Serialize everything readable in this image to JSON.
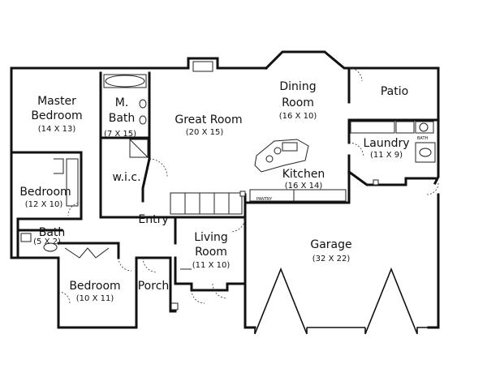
{
  "plan": {
    "rooms": [
      {
        "id": "master-bedroom",
        "name_line1": "Master",
        "name_line2": "Bedroom",
        "size": "(14 X 13)"
      },
      {
        "id": "master-bath",
        "name_line1": "M.",
        "name_line2": "Bath",
        "size": "(7 X 15)"
      },
      {
        "id": "great-room",
        "name": "Great Room",
        "size": "(20 X 15)"
      },
      {
        "id": "dining-room",
        "name_line1": "Dining",
        "name_line2": "Room",
        "size": "(16 X 10)"
      },
      {
        "id": "patio",
        "name": "Patio"
      },
      {
        "id": "laundry",
        "name": "Laundry",
        "size": "(11 X 9)"
      },
      {
        "id": "kitchen",
        "name": "Kitchen",
        "size": "(16 X 14)"
      },
      {
        "id": "bedroom-2",
        "name": "Bedroom",
        "size": "(12 X 10)"
      },
      {
        "id": "walk-in-closet",
        "name": "w.i.c."
      },
      {
        "id": "entry",
        "name": "Entry"
      },
      {
        "id": "bath-2",
        "name": "Bath",
        "size": "(5 X 2)"
      },
      {
        "id": "living-room",
        "name_line1": "Living",
        "name_line2": "Room",
        "size": "(11 X 10)"
      },
      {
        "id": "garage",
        "name": "Garage",
        "size": "(32 X 22)"
      },
      {
        "id": "bedroom-3",
        "name": "Bedroom",
        "size": "(10 X 11)"
      },
      {
        "id": "porch",
        "name": "Porch"
      }
    ],
    "fixture_labels": {
      "pantry": "PANTRY",
      "bath_small": "BATH"
    }
  }
}
